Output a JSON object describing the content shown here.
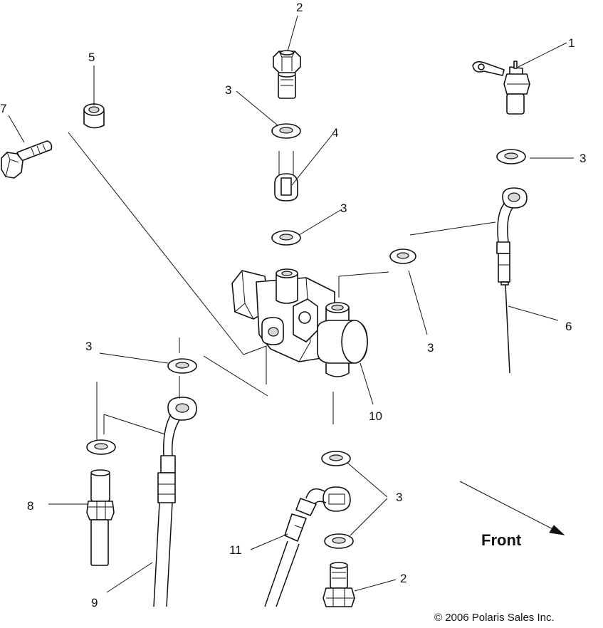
{
  "diagram": {
    "callouts": {
      "c1": "1",
      "c2_top": "2",
      "c2_bottom": "2",
      "c3_a": "3",
      "c3_b": "3",
      "c3_c": "3",
      "c3_d": "3",
      "c3_e": "3",
      "c3_f": "3",
      "c4": "4",
      "c5": "5",
      "c6": "6",
      "c7": "7",
      "c8": "8",
      "c9": "9",
      "c10": "10",
      "c11": "11"
    },
    "direction_label": "Front",
    "copyright": "© 2006 Polaris Sales Inc."
  }
}
